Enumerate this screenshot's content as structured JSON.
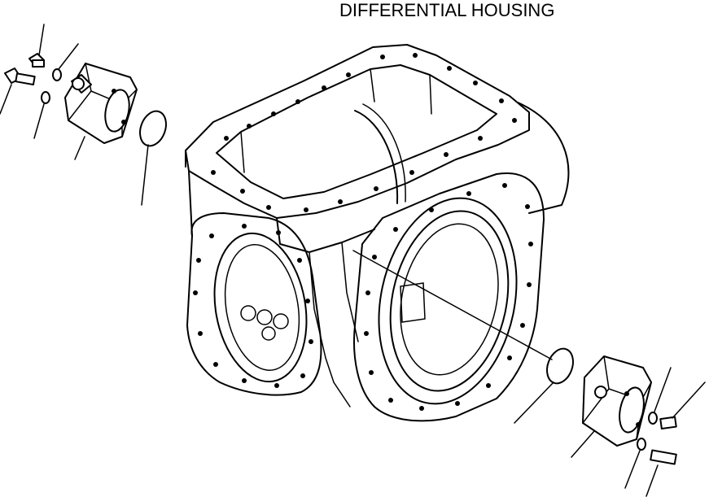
{
  "title": "DIFFERENTIAL HOUSING",
  "colors": {
    "line": "#000000",
    "background": "#ffffff"
  },
  "parts": [
    {
      "name": "differential-housing"
    },
    {
      "name": "left-valve-block"
    },
    {
      "name": "left-o-ring"
    },
    {
      "name": "left-bolt-upper"
    },
    {
      "name": "left-washer-upper"
    },
    {
      "name": "left-bolt-lower"
    },
    {
      "name": "left-washer-lower"
    },
    {
      "name": "right-valve-block"
    },
    {
      "name": "right-o-ring"
    },
    {
      "name": "right-bolt-upper"
    },
    {
      "name": "right-washer-upper"
    },
    {
      "name": "right-bolt-lower"
    },
    {
      "name": "right-washer-lower"
    }
  ]
}
